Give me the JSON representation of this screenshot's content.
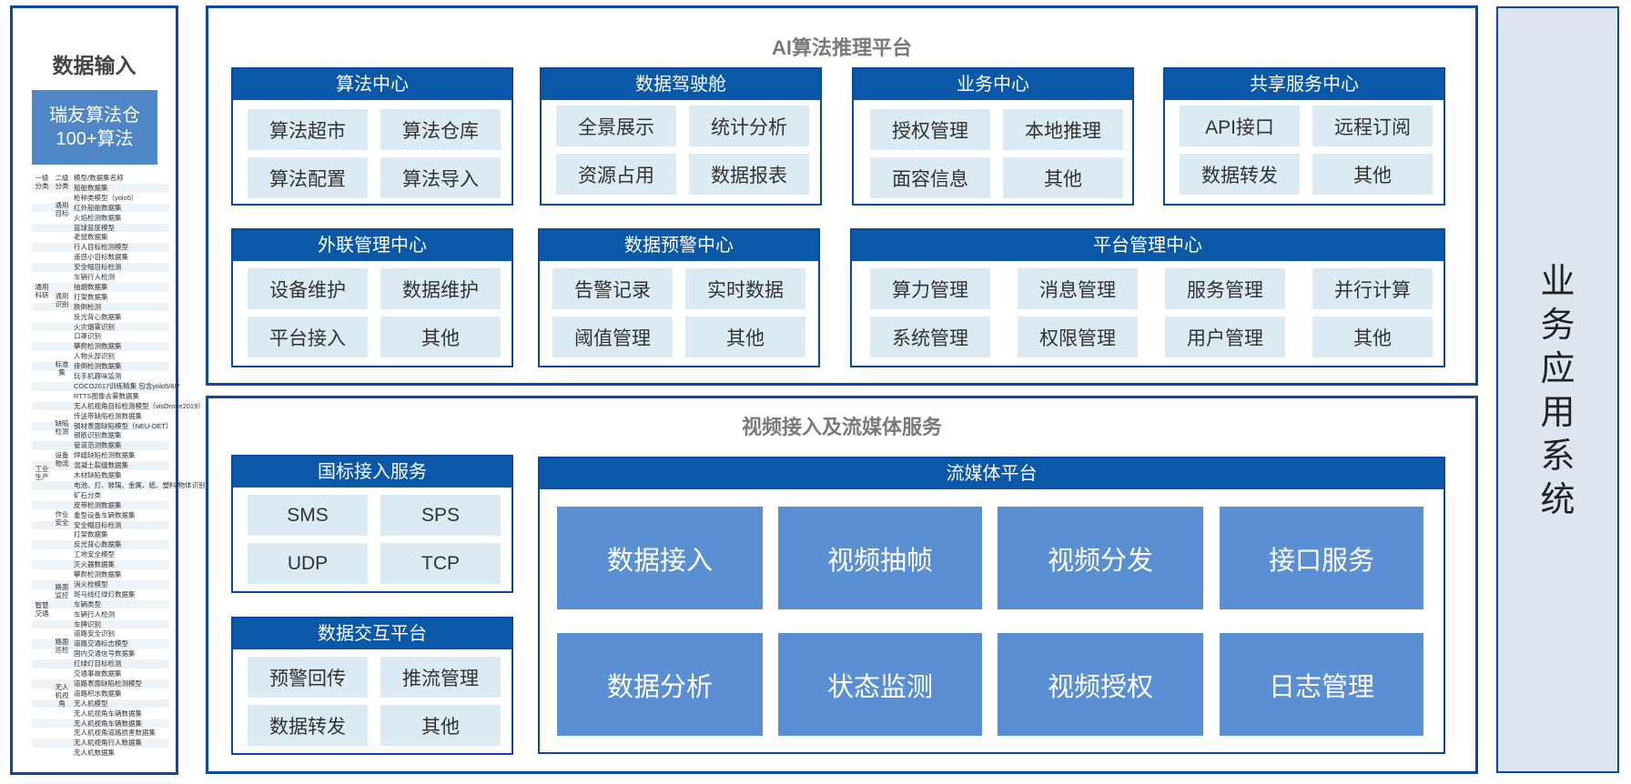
{
  "left": {
    "title": "数据输入",
    "box_line1": "瑞友算法仓",
    "box_line2": "100+算法",
    "table_rows": [
      "模型/数据集名称",
      "船舶数据集",
      "枪种类模型（yolo5）",
      "红外船舶数据集",
      "火焰检测数据集",
      "篮球篮筐模型",
      "老鼠数据集",
      "行人目标检测模型",
      "遥感小目标数据集",
      "安全帽目标检测",
      "车辆行人检测",
      "抽烟数据集",
      "打架数据集",
      "跌倒检测",
      "反光背心数据集",
      "火灾烟雾识别",
      "口罩识别",
      "攀爬检测数据集",
      "人物头部识别",
      "摔倒检测数据集",
      "玩手机趣味监测",
      "COCO2017训练精集 包含yolo5/8/7",
      "RTTS图像去雾数据集",
      "无人机视角目标检测模型（visDrone2019）",
      "传送带缺陷检测数据集",
      "钢材表面缺陷模型（NEU-DET）",
      "钢筋识别数据集",
      "管道范测数据集",
      "焊缝缺陷检测数据集",
      "混凝土裂缝数据集",
      "木材缺陷数据集",
      "电池、灯、玻璃、金属、纸、塑料 物体识别",
      "矿石分类",
      "皮带检测数据集",
      "重型设备车辆数据集",
      "安全帽目标检测",
      "打架数据集",
      "反光背心数据集",
      "工地安全模型",
      "灭火器数据集",
      "攀爬检测数据集",
      "消火栓模型",
      "斑马线红绿灯数据集",
      "车辆类型",
      "车辆行人检测",
      "车牌识别",
      "道路安全识别",
      "道路交通标志模型",
      "国内交通信号数据集",
      "红绿灯目标检测",
      "交通事故数据集",
      "道路表面缺陷检测模型",
      "道路积水数据集",
      "无人机模型",
      "无人机视角车辆数据集",
      "无人机视角车辆数据集",
      "无人机视角道路损害数据集",
      "无人机视角行人数据集",
      "无人机数据集"
    ],
    "category_labels": [
      "一级分类",
      "二级分类",
      "通用科研",
      "通用目标",
      "通用识别",
      "标准集",
      "工业生产",
      "缺陷检测",
      "设备物流",
      "作业安全",
      "智慧交通",
      "路面监控",
      "路面巡检",
      "无人机视角"
    ]
  },
  "ai": {
    "title": "AI算法推理平台",
    "cards": [
      {
        "title": "算法中心",
        "items": [
          "算法超市",
          "算法仓库",
          "算法配置",
          "算法导入"
        ]
      },
      {
        "title": "数据驾驶舱",
        "items": [
          "全景展示",
          "统计分析",
          "资源占用",
          "数据报表"
        ]
      },
      {
        "title": "业务中心",
        "items": [
          "授权管理",
          "本地推理",
          "面容信息",
          "其他"
        ]
      },
      {
        "title": "共享服务中心",
        "items": [
          "API接口",
          "远程订阅",
          "数据转发",
          "其他"
        ]
      },
      {
        "title": "外联管理中心",
        "items": [
          "设备维护",
          "数据维护",
          "平台接入",
          "其他"
        ]
      },
      {
        "title": "数据预警中心",
        "items": [
          "告警记录",
          "实时数据",
          "阈值管理",
          "其他"
        ]
      },
      {
        "title": "平台管理中心",
        "items": [
          "算力管理",
          "消息管理",
          "服务管理",
          "并行计算",
          "系统管理",
          "权限管理",
          "用户管理",
          "其他"
        ]
      }
    ]
  },
  "video": {
    "title": "视频接入及流媒体服务",
    "gb": {
      "title": "国标接入服务",
      "items": [
        "SMS",
        "SPS",
        "UDP",
        "TCP"
      ]
    },
    "interact": {
      "title": "数据交互平台",
      "items": [
        "预警回传",
        "推流管理",
        "数据转发",
        "其他"
      ]
    },
    "stream": {
      "title": "流媒体平台",
      "items": [
        "数据接入",
        "视频抽帧",
        "视频分发",
        "接口服务",
        "数据分析",
        "状态监测",
        "视频授权",
        "日志管理"
      ]
    }
  },
  "right": {
    "title": "业务应用系统"
  }
}
